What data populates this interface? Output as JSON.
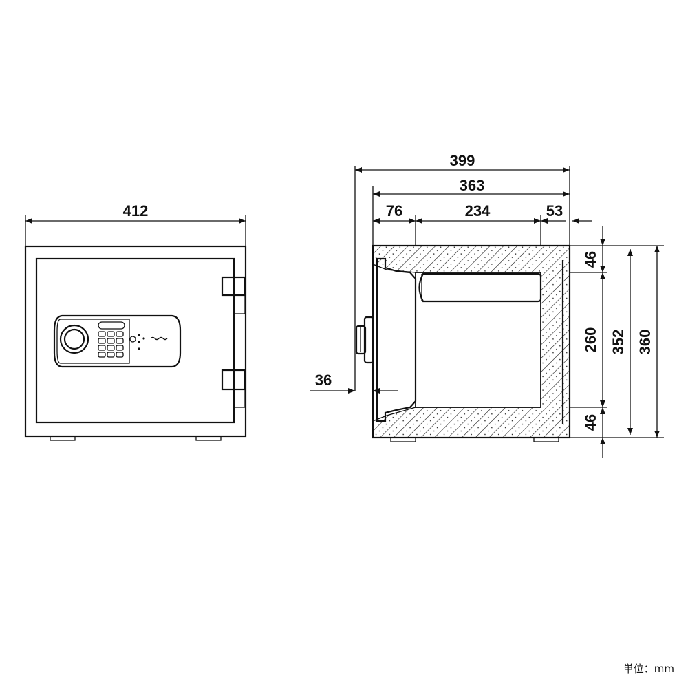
{
  "front_view": {
    "width_label": "412"
  },
  "side_view": {
    "depth_outer_label": "399",
    "depth_body_label": "363",
    "wall_front_label": "76",
    "interior_depth_label": "234",
    "wall_back_label": "53",
    "handle_protrusion_label": "36",
    "wall_top_label": "46",
    "interior_height_label": "260",
    "wall_bottom_label": "46",
    "body_height_label": "352",
    "overall_height_label": "360"
  },
  "unit_note": "単位：mm",
  "colors": {
    "line": "#111111",
    "background": "#ffffff"
  }
}
